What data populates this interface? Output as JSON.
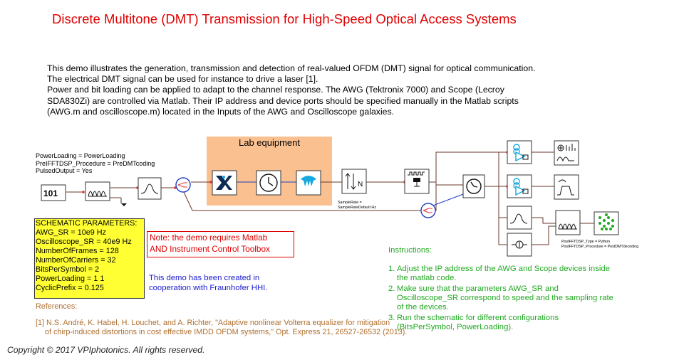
{
  "title": "Discrete Multitone (DMT) Transmission for High-Speed Optical Access Systems",
  "intro": [
    "This demo illustrates the generation, transmission and detection of real-valued OFDM (DMT) signal for optical communication.",
    "The electrical DMT signal can be used for instance to drive a laser [1].",
    "Power and bit loading can be applied to adapt to the channel response. The AWG (Tektronix 7000) and Scope (Lecroy",
    "SDA830Zi) are controlled via Matlab. Their IP address and device ports should be specified manually in the Matlab scripts",
    "(AWG.m and oscilloscope.m) located in the Inputs of the AWG and Oscilloscope galaxies."
  ],
  "tx_params": [
    "PowerLoading = PowerLoading",
    "PreIFFTDSP_Procedure = PreDMTcoding",
    "PulsedOutput = Yes"
  ],
  "lab_equipment": {
    "title": "Lab equipment"
  },
  "sample_rate_label": [
    "SampleRate =",
    "SampleRateDefault Hz"
  ],
  "post_fft_label": [
    "PostFFTDSP_Type = Python",
    "PostFFTDSP_Procedure = PostDMTdecoding"
  ],
  "schematic_params": [
    "SCHEMATIC PARAMETERS:",
    "AWG_SR = 10e9 Hz",
    "Oscilloscope_SR = 40e9 Hz",
    "NumberOfFrames = 128",
    "NumberOfCarriers = 32",
    "BitsPerSymbol = 2",
    "PowerLoading = 1 1",
    "CyclicPrefix = 0.125"
  ],
  "note": [
    "Note: the demo requires Matlab",
    "AND Instrument Control Toolbox"
  ],
  "cooperation": [
    "This demo has been created in",
    "cooperation with Fraunhofer HHI."
  ],
  "instructions": {
    "heading": "Instructions:",
    "items": [
      {
        "num": "1.",
        "text": "Adjust the IP address of the  AWG and Scope devices inside\nthe matlab code."
      },
      {
        "num": "2.",
        "text": "Make sure that the parameters AWG_SR and\nOscilloscope_SR correspond to speed and the sampling rate\nof the devices."
      },
      {
        "num": "3.",
        "text": "Run the schematic for different configurations\n(BitsPerSymbol, PowerLoading)."
      }
    ]
  },
  "references": {
    "heading": "References:",
    "lines": [
      "[1] N.S. André, K. Habel, H. Louchet, and A. Richter, \"Adaptive nonlinear Volterra equalizer for mitigation",
      "of chirp-induced distortions in cost effective IMDD OFDM systems,\" Opt. Express 21, 26527-26532 (2013)."
    ]
  },
  "blocks": {
    "source": "101",
    "resample_label": "N"
  },
  "colors": {
    "title": "#e00000",
    "lab_bg": "#fac090",
    "schem_bg": "#ffff33",
    "instructions": "#22a822",
    "cooperation": "#1a1acc",
    "references": "#b07030",
    "wire_electrical": "#6a3a2a",
    "wire_blue": "#1f3fbf",
    "port_red": "#e03030",
    "module_blue": "#16a8e0"
  },
  "copyright": "Copyright © 2017 VPIphotonics. All rights reserved."
}
